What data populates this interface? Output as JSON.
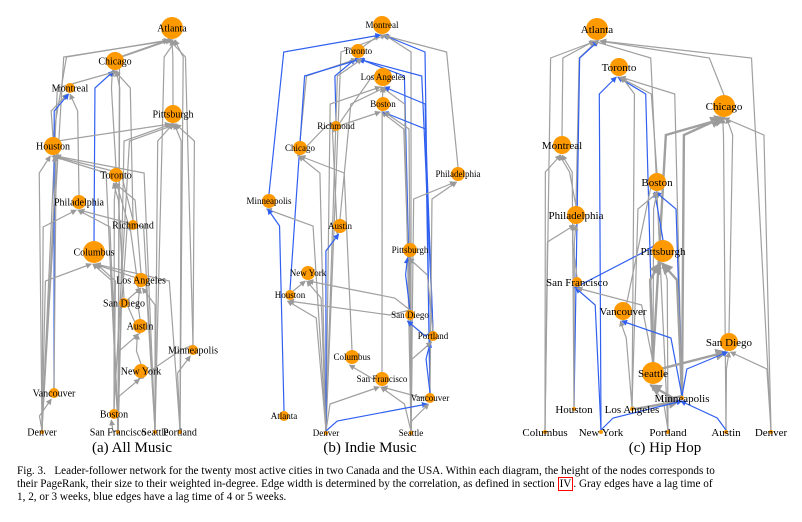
{
  "figure": {
    "number": "Fig. 3.",
    "caption_lines": [
      "Leader-follower network for the twenty most active cities in two Canada and the USA. Within each diagram, the height of the nodes corresponds to",
      "their PageRank, their size to their weighted in-degree. Edge width is determined by the correlation, as defined in section ",
      "1, 2, or 3 weeks, blue edges have a lag time of 4 or 5 weeks."
    ],
    "section_ref": "IV",
    "caption_line2_tail": ". Gray edges have a lag time of",
    "colors": {
      "node": "#ff9900",
      "gray_edge": "#a0a0a0",
      "blue_edge": "#3060f0"
    }
  },
  "panels": [
    {
      "id": "a",
      "caption": "(a) All Music",
      "nodes": [
        {
          "name": "Atlanta",
          "size": 4,
          "rank": 1
        },
        {
          "name": "Chicago",
          "size": 3,
          "rank": 2
        },
        {
          "name": "Montreal",
          "size": 1,
          "rank": 3
        },
        {
          "name": "Pittsburgh",
          "size": 3,
          "rank": 4
        },
        {
          "name": "Houston",
          "size": 3,
          "rank": 5
        },
        {
          "name": "Toronto",
          "size": 2,
          "rank": 6
        },
        {
          "name": "Philadelphia",
          "size": 2,
          "rank": 7
        },
        {
          "name": "Richmond",
          "size": 1,
          "rank": 8
        },
        {
          "name": "Columbus",
          "size": 4,
          "rank": 9
        },
        {
          "name": "Los Angeles",
          "size": 2,
          "rank": 10
        },
        {
          "name": "San Diego",
          "size": 1,
          "rank": 11
        },
        {
          "name": "Austin",
          "size": 2,
          "rank": 12
        },
        {
          "name": "Minneapolis",
          "size": 1,
          "rank": 13
        },
        {
          "name": "New York",
          "size": 2,
          "rank": 14
        },
        {
          "name": "Vancouver",
          "size": 1,
          "rank": 15
        },
        {
          "name": "Boston",
          "size": 1,
          "rank": 16
        },
        {
          "name": "Denver",
          "size": 0,
          "rank": 17
        },
        {
          "name": "San Francisco",
          "size": 0,
          "rank": 18
        },
        {
          "name": "Seattle",
          "size": 0,
          "rank": 19
        },
        {
          "name": "Portland",
          "size": 0,
          "rank": 20
        }
      ]
    },
    {
      "id": "b",
      "caption": "(b) Indie Music",
      "nodes": [
        {
          "name": "Montreal",
          "size": 3,
          "rank": 1
        },
        {
          "name": "Toronto",
          "size": 2,
          "rank": 2
        },
        {
          "name": "Los Angeles",
          "size": 3,
          "rank": 3
        },
        {
          "name": "Boston",
          "size": 2,
          "rank": 4
        },
        {
          "name": "Richmond",
          "size": 1,
          "rank": 5
        },
        {
          "name": "Chicago",
          "size": 2,
          "rank": 6
        },
        {
          "name": "Philadelphia",
          "size": 2,
          "rank": 7
        },
        {
          "name": "Minneapolis",
          "size": 2,
          "rank": 8
        },
        {
          "name": "Austin",
          "size": 2,
          "rank": 9
        },
        {
          "name": "Pittsburgh",
          "size": 2,
          "rank": 10
        },
        {
          "name": "New York",
          "size": 2,
          "rank": 11
        },
        {
          "name": "Houston",
          "size": 1,
          "rank": 12
        },
        {
          "name": "San Diego",
          "size": 1,
          "rank": 13
        },
        {
          "name": "Portland",
          "size": 1,
          "rank": 14
        },
        {
          "name": "Columbus",
          "size": 2,
          "rank": 15
        },
        {
          "name": "San Francisco",
          "size": 2,
          "rank": 16
        },
        {
          "name": "Vancouver",
          "size": 1,
          "rank": 17
        },
        {
          "name": "Atlanta",
          "size": 1,
          "rank": 18
        },
        {
          "name": "Denver",
          "size": 0,
          "rank": 19
        },
        {
          "name": "Seattle",
          "size": 0,
          "rank": 20
        }
      ]
    },
    {
      "id": "c",
      "caption": "(c) Hip Hop",
      "nodes": [
        {
          "name": "Atlanta",
          "size": 4,
          "rank": 1
        },
        {
          "name": "Toronto",
          "size": 3,
          "rank": 2
        },
        {
          "name": "Chicago",
          "size": 4,
          "rank": 3
        },
        {
          "name": "Montreal",
          "size": 3,
          "rank": 4
        },
        {
          "name": "Boston",
          "size": 3,
          "rank": 5
        },
        {
          "name": "Philadelphia",
          "size": 3,
          "rank": 6
        },
        {
          "name": "Pittsburgh",
          "size": 4,
          "rank": 7
        },
        {
          "name": "San Francisco",
          "size": 1,
          "rank": 8
        },
        {
          "name": "Vancouver",
          "size": 3,
          "rank": 9
        },
        {
          "name": "San Diego",
          "size": 3,
          "rank": 10
        },
        {
          "name": "Seattle",
          "size": 4,
          "rank": 11
        },
        {
          "name": "Minneapolis",
          "size": 0,
          "rank": 12
        },
        {
          "name": "Houston",
          "size": 0,
          "rank": 13
        },
        {
          "name": "Los Angeles",
          "size": 0,
          "rank": 14
        },
        {
          "name": "Columbus",
          "size": 0,
          "rank": 15
        },
        {
          "name": "New York",
          "size": 0,
          "rank": 16
        },
        {
          "name": "Portland",
          "size": 0,
          "rank": 17
        },
        {
          "name": "Austin",
          "size": 0,
          "rank": 18
        },
        {
          "name": "Denver",
          "size": 0,
          "rank": 19
        }
      ]
    }
  ]
}
